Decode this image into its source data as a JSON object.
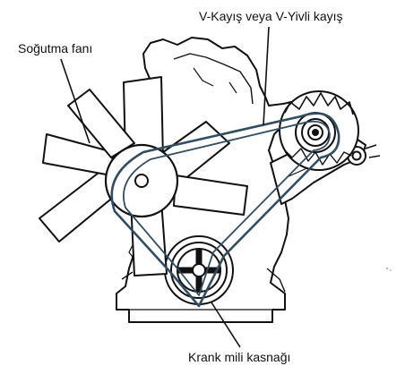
{
  "labels": {
    "cooling_fan": "Soğutma fanı",
    "belt": "V-Kayış veya V-Yivli kayış",
    "crank_pulley": "Krank mili kasnağı"
  },
  "colors": {
    "ink": "#111111",
    "belt": "#2f4e63",
    "paper": "#ffffff"
  }
}
